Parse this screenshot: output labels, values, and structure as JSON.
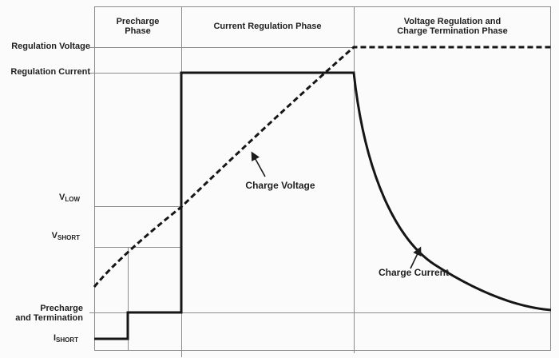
{
  "figure": {
    "background": "#fbfbfb",
    "colors": {
      "grid": "#8c8c8c",
      "trace": "#161616",
      "text": "#1f1f1f"
    }
  },
  "header": {
    "phases": [
      {
        "label": "Precharge Phase"
      },
      {
        "label": "Current Regulation Phase"
      },
      {
        "label": "Voltage Regulation and Charge Termination Phase"
      }
    ]
  },
  "axis_labels": {
    "regulation_voltage": "Regulation Voltage",
    "regulation_current": "Regulation Current",
    "v_low": {
      "main": "V",
      "sub": "LOW"
    },
    "v_short": {
      "main": "V",
      "sub": "SHORT"
    },
    "precharge": {
      "line1": "Precharge",
      "line2": "and Termination"
    },
    "i_short": {
      "main": "I",
      "sub": "SHORT"
    }
  },
  "annotations": {
    "charge_voltage": "Charge Voltage",
    "charge_current": "Charge Current"
  },
  "chart_data": {
    "type": "line",
    "title": "Battery charge profile: charge voltage and charge current versus time across charging phases",
    "xlabel": "",
    "ylabel": "",
    "grid": "partial guide lines only",
    "legend_position": "inline arrow annotations",
    "x_axis_normalized_range": [
      0,
      1
    ],
    "y_axis_normalized_range": [
      0,
      1
    ],
    "phases": [
      {
        "label": "Precharge Phase",
        "t_start": 0.0,
        "t_end": 0.19
      },
      {
        "label": "Current Regulation Phase",
        "t_start": 0.19,
        "t_end": 0.57
      },
      {
        "label": "Voltage Regulation and Charge Termination Phase",
        "t_start": 0.57,
        "t_end": 1.0
      }
    ],
    "reference_levels_normalized": {
      "regulation_voltage": 0.88,
      "regulation_current": 0.81,
      "v_low": 0.42,
      "v_short": 0.3,
      "precharge_and_termination": 0.11,
      "i_short": 0.035
    },
    "series": [
      {
        "name": "Charge Voltage",
        "style": "dashed",
        "points_normalized": [
          [
            0.0,
            0.185
          ],
          [
            0.073,
            0.3
          ],
          [
            0.19,
            0.42
          ],
          [
            0.38,
            0.655
          ],
          [
            0.57,
            0.88
          ],
          [
            1.0,
            0.88
          ]
        ],
        "description": "Rises from below V_SHORT through V_SHORT (end of I_SHORT step) and V_LOW (end of precharge phase), climbs through current regulation phase, then clamps flat at Regulation Voltage for the voltage regulation / termination phase."
      },
      {
        "name": "Charge Current",
        "style": "solid",
        "points_normalized": [
          [
            0.0,
            0.035
          ],
          [
            0.073,
            0.035
          ],
          [
            0.073,
            0.11
          ],
          [
            0.19,
            0.11
          ],
          [
            0.19,
            0.81
          ],
          [
            0.57,
            0.81
          ],
          [
            0.65,
            0.45
          ],
          [
            0.75,
            0.26
          ],
          [
            0.87,
            0.145
          ],
          [
            1.0,
            0.115
          ]
        ],
        "description": "Steps from I_SHORT to the Precharge and Termination level when battery voltage passes V_SHORT, steps up to Regulation Current at V_LOW, holds constant, then decays exponentially toward the Precharge and Termination level during voltage regulation."
      }
    ]
  }
}
